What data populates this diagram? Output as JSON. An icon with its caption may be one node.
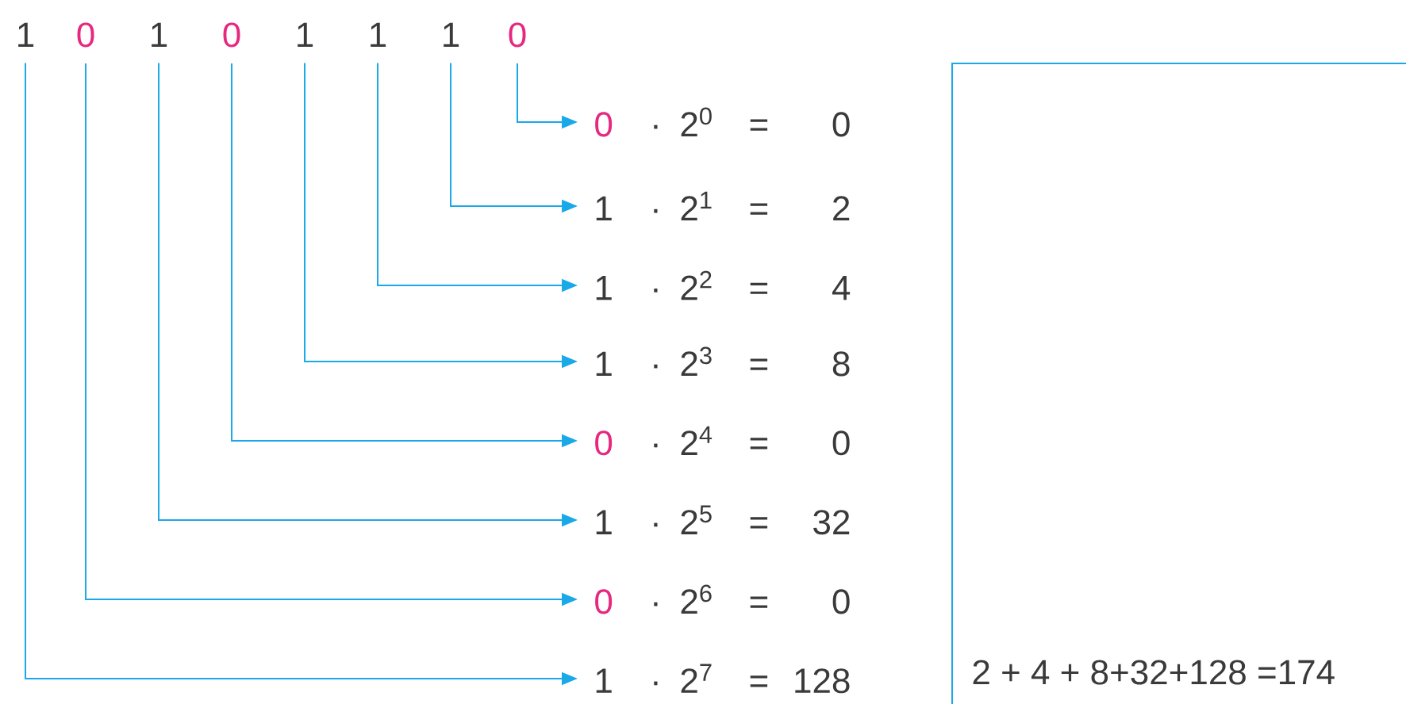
{
  "diagram": {
    "nodes": [
      {
        "text": [
          "1"
        ]
      },
      {
        "text": [
          "0"
        ]
      },
      {
        "text": [
          "1"
        ]
      },
      {
        "text": [
          "0"
        ]
      },
      {
        "text": [
          "1"
        ]
      },
      {
        "text": [
          "1"
        ]
      },
      {
        "text": [
          "1"
        ]
      },
      {
        "text": [
          "0"
        ]
      },
      {
        "text": [
          "0",
          "·",
          "2$^{0}$",
          "=",
          "0"
        ]
      },
      {
        "text": [
          "1",
          "·",
          "2$^{1}$",
          "=",
          "2"
        ]
      },
      {
        "text": [
          "1",
          "·",
          "2$^{2}$",
          "=",
          "4"
        ]
      },
      {
        "text": [
          "1",
          "·",
          "2$^{3}$",
          "=",
          "8"
        ]
      },
      {
        "text": [
          "0",
          "·",
          "2$^{4}$",
          "=",
          "0"
        ]
      },
      {
        "text": [
          "1",
          "·",
          "2$^{5}$",
          "=",
          "32"
        ]
      },
      {
        "text": [
          "0",
          "·",
          "2$^{6}$",
          "=",
          "0"
        ]
      },
      {
        "text": [
          "1",
          "·",
          "2$^{7}$",
          "=",
          "128"
        ]
      },
      {
        "text": [
          "2 + 4 + 8+32+128 =174"
        ]
      }
    ],
    "edges": [
      {
        "from": 7,
        "to": 8,
        "arrow": "to"
      },
      {
        "from": 6,
        "to": 9,
        "arrow": "to"
      },
      {
        "from": 5,
        "to": 10,
        "arrow": "to"
      },
      {
        "from": 4,
        "to": 11,
        "arrow": "to"
      },
      {
        "from": 3,
        "to": 12,
        "arrow": "to"
      },
      {
        "from": 2,
        "to": 13,
        "arrow": "to"
      },
      {
        "from": 1,
        "to": 14,
        "arrow": "to"
      },
      {
        "from": 0,
        "to": 15,
        "arrow": "to"
      }
    ]
  }
}
